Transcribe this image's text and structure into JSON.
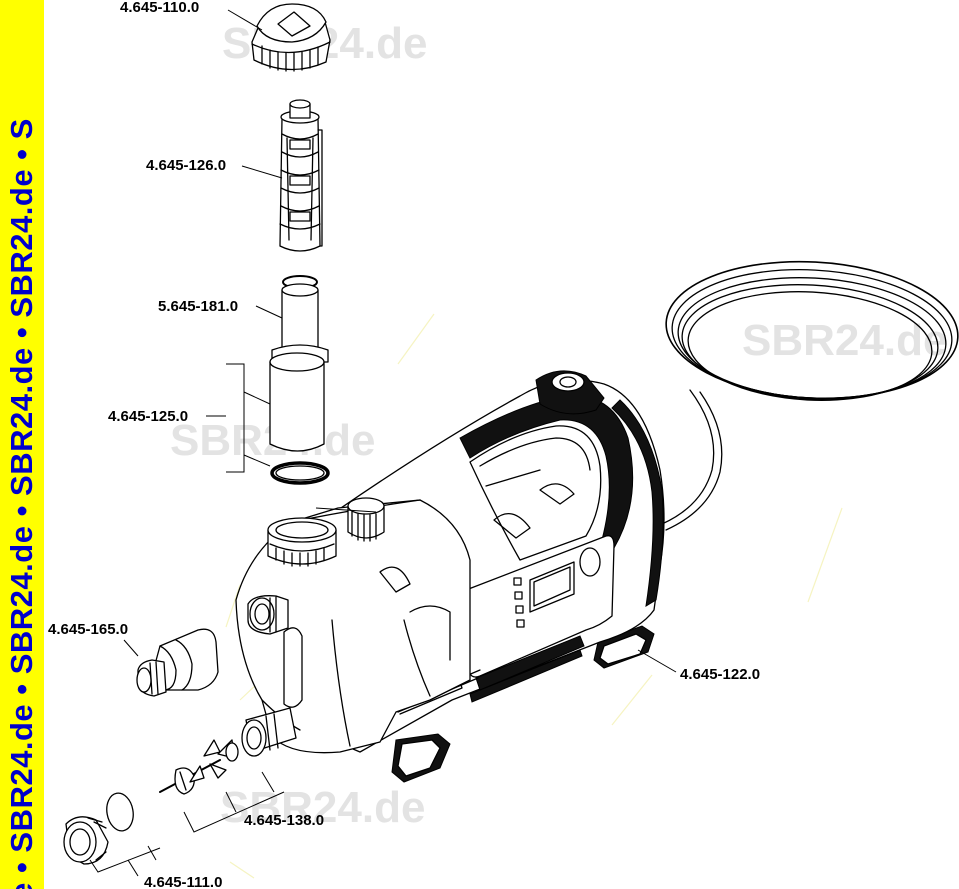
{
  "banner": {
    "text": "le • SBR24.de • SBR24.de • SBR24.de • SBR24.de • S",
    "color": "#ffff00",
    "text_color": "#0000cc"
  },
  "watermarks": [
    "SBR24.de",
    "SBR24.de",
    "SBR24.de",
    "SBR24.de"
  ],
  "parts": [
    {
      "number": "4.645-110.0",
      "icon": "cap-icon"
    },
    {
      "number": "4.645-126.0",
      "icon": "filter-insert-icon"
    },
    {
      "number": "5.645-181.0",
      "icon": "tube-icon"
    },
    {
      "number": "4.645-125.0",
      "icon": "filter-housing-icon"
    },
    {
      "number": "4.645-165.0",
      "icon": "adapter-icon"
    },
    {
      "number": "4.645-122.0",
      "icon": "foot-pad-icon"
    },
    {
      "number": "4.645-138.0",
      "icon": "valve-icon"
    },
    {
      "number": "4.645-111.0",
      "icon": "union-nut-icon"
    }
  ]
}
